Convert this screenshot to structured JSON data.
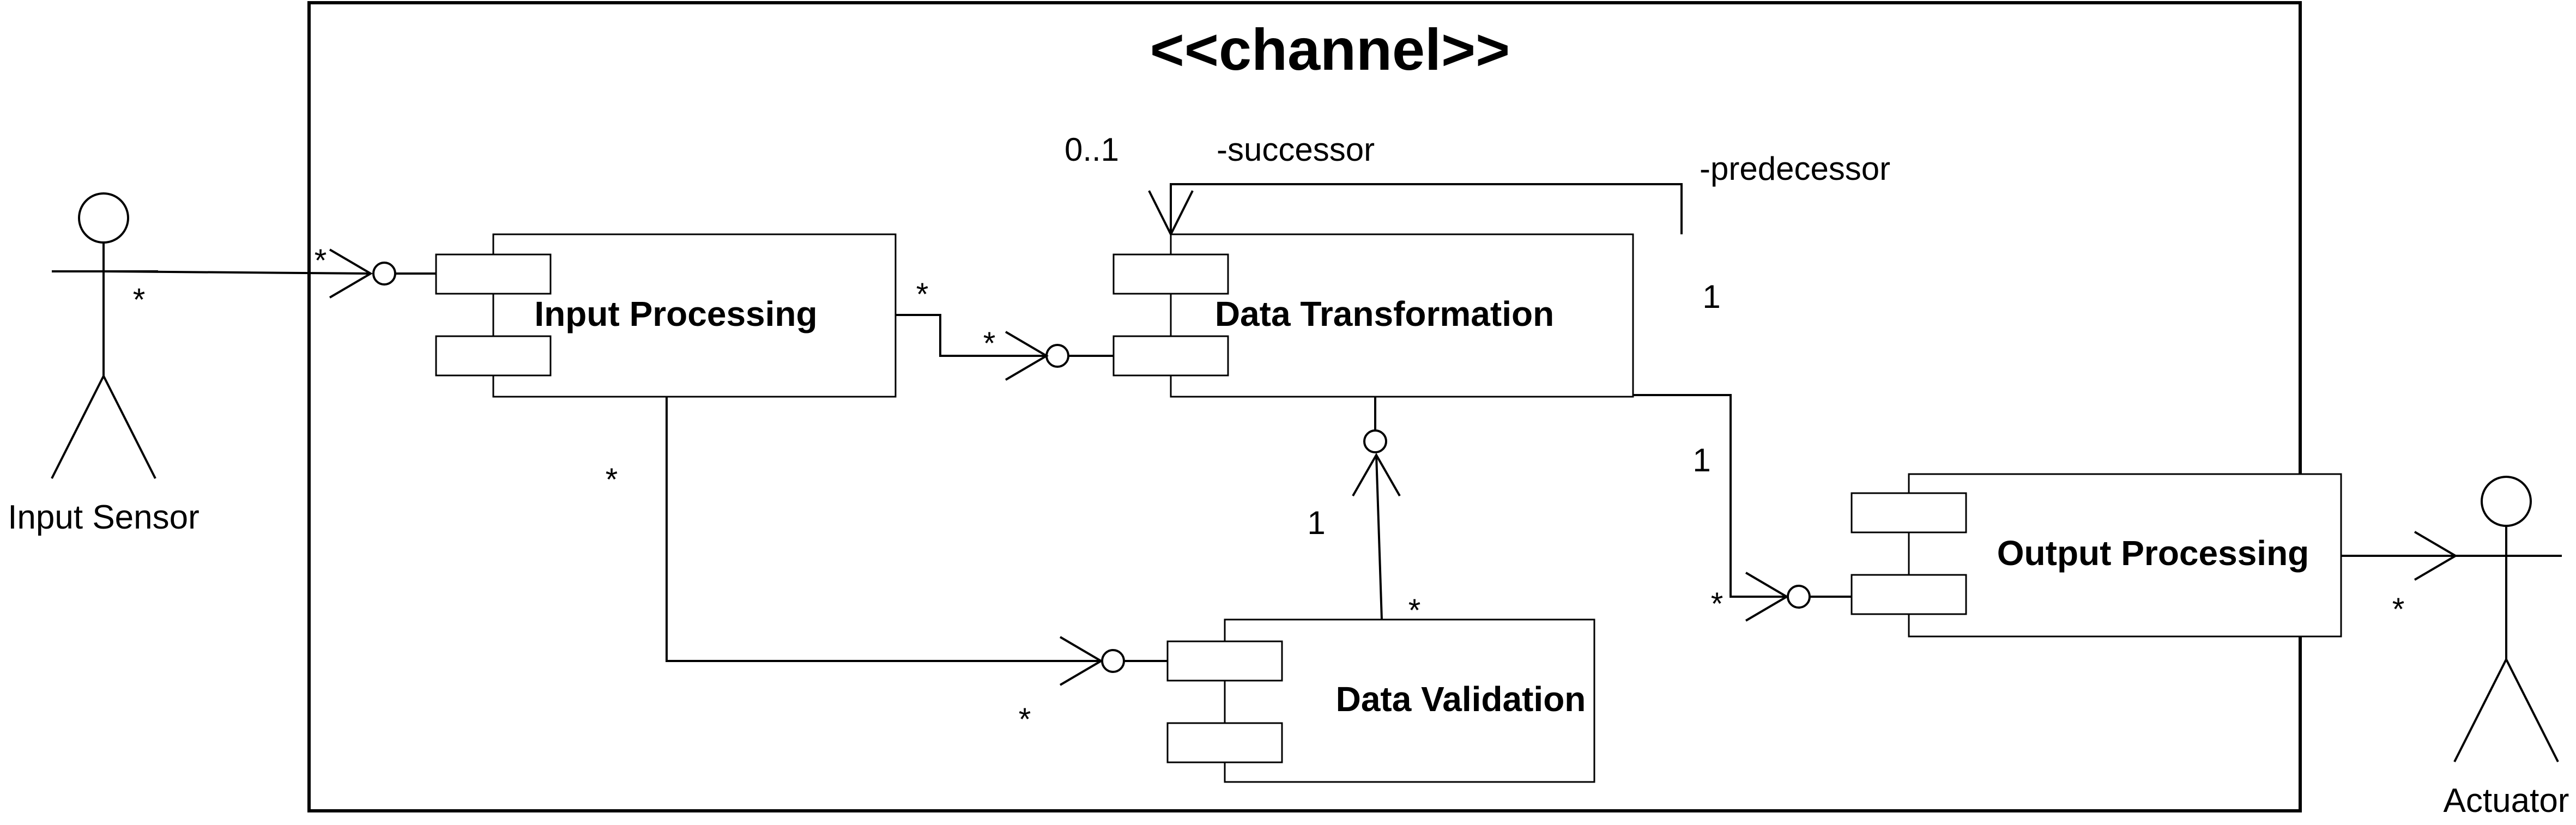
{
  "diagram": {
    "channel": {
      "stereotype": "<<channel>>"
    },
    "components": {
      "input_processing": "Input Processing",
      "data_transformation": "Data Transformation",
      "data_validation": "Data Validation",
      "output_processing": "Output Processing"
    },
    "actors": {
      "input_sensor": "Input Sensor",
      "actuator": "Actuator"
    },
    "roles": {
      "successor": "-successor",
      "predecessor": "-predecessor"
    },
    "multiplicities": {
      "sensor_side": "*",
      "input_port": "*",
      "ip_to_dt_source": "*",
      "ip_to_dt_target": "*",
      "self_successor": "0..1",
      "self_predecessor": "1",
      "dt_to_op_source": "1",
      "dt_to_op_target": "*",
      "ip_to_dv_source": "*",
      "ip_to_dv_target": "*",
      "dv_to_dt_target": "1",
      "dv_to_dt_source": "*",
      "op_to_actuator": "*"
    }
  }
}
